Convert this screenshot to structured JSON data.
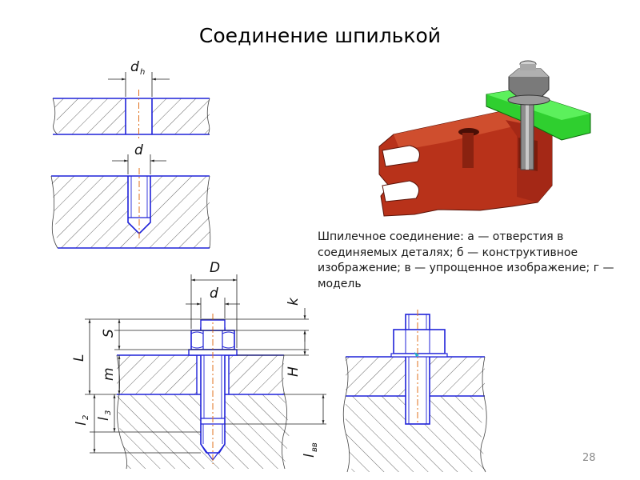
{
  "title": "Соединение шпилькой",
  "caption": "Шпилечное соединение: а — отверстия в соединяемых деталях; б — конструктивное изображение; в — упрощенное изображение; г — модель",
  "page_number": "28",
  "labels": {
    "dh_main": "d",
    "dh_sub": "h",
    "d_top": "d",
    "D": "D",
    "d_mid": "d",
    "k": "k",
    "S": "S",
    "L": "L",
    "m": "m",
    "H": "H",
    "l2_main": "l",
    "l2_sub": "2",
    "l3_main": "l",
    "l3_sub": "3",
    "lbb_main": "l",
    "lbb_sub": "вв"
  },
  "colors": {
    "outline": "#1f22d8",
    "axis": "#e0711e",
    "dimension": "#222222",
    "hatch": "#555555",
    "part_red": "#b8321a",
    "part_green": "#2fcf2f"
  }
}
